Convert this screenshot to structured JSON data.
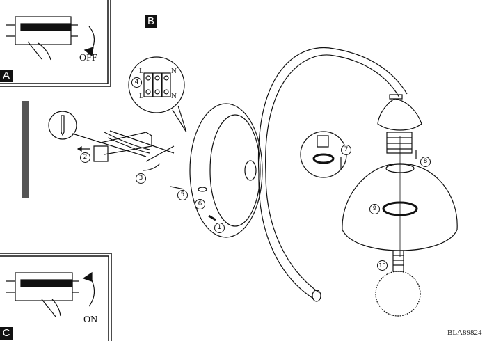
{
  "panels": {
    "a": {
      "label": "A",
      "state_text": "OFF"
    },
    "b": {
      "label": "B"
    },
    "c": {
      "label": "C",
      "state_text": "ON"
    }
  },
  "terminal": {
    "left_top": "L",
    "left_bottom": "L",
    "right_top": "N",
    "right_bottom": "N"
  },
  "steps": [
    "1",
    "2",
    "3",
    "4",
    "5",
    "6",
    "7",
    "8",
    "9",
    "10"
  ],
  "product_code": "BLA89824"
}
